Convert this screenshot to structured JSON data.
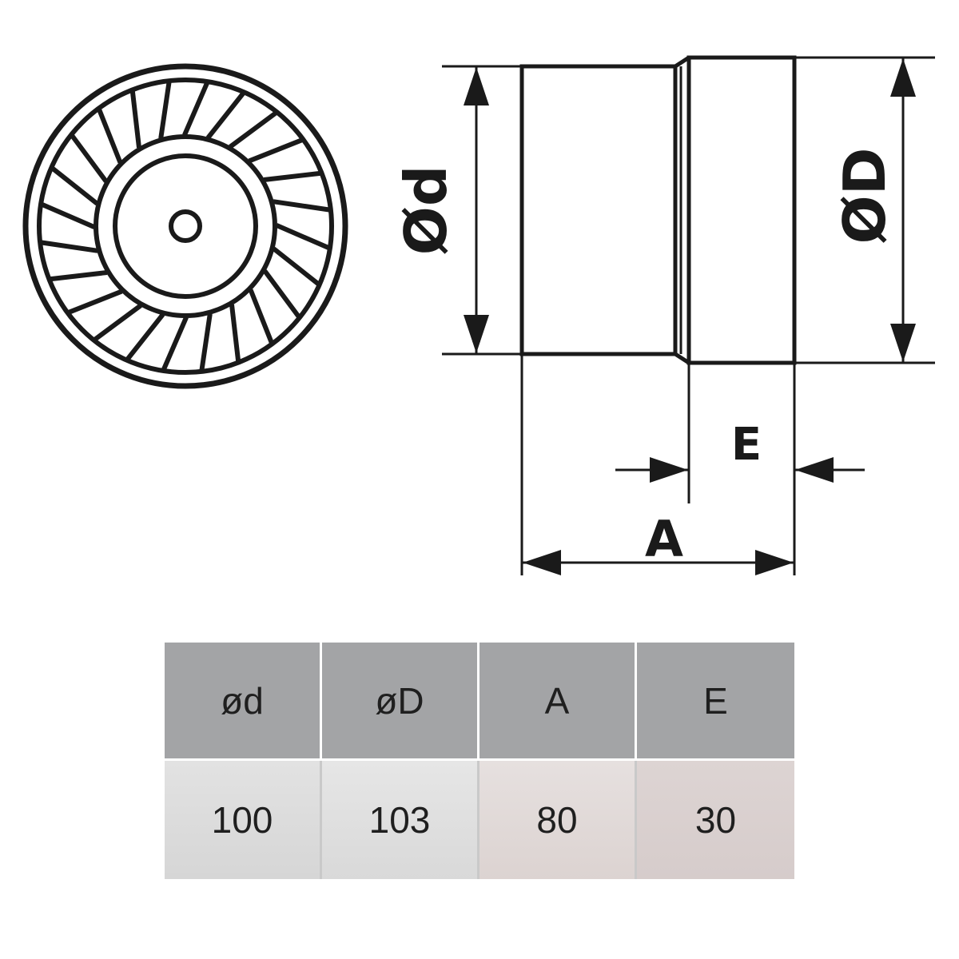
{
  "diagram": {
    "labels": {
      "d": "Ød",
      "D": "ØD",
      "E": "E",
      "A": "A"
    },
    "icons": [
      "fan-front-view-icon",
      "fan-side-view-icon"
    ]
  },
  "table": {
    "headers": [
      "ød",
      "øD",
      "A",
      "E"
    ],
    "values": [
      "100",
      "103",
      "80",
      "30"
    ]
  }
}
